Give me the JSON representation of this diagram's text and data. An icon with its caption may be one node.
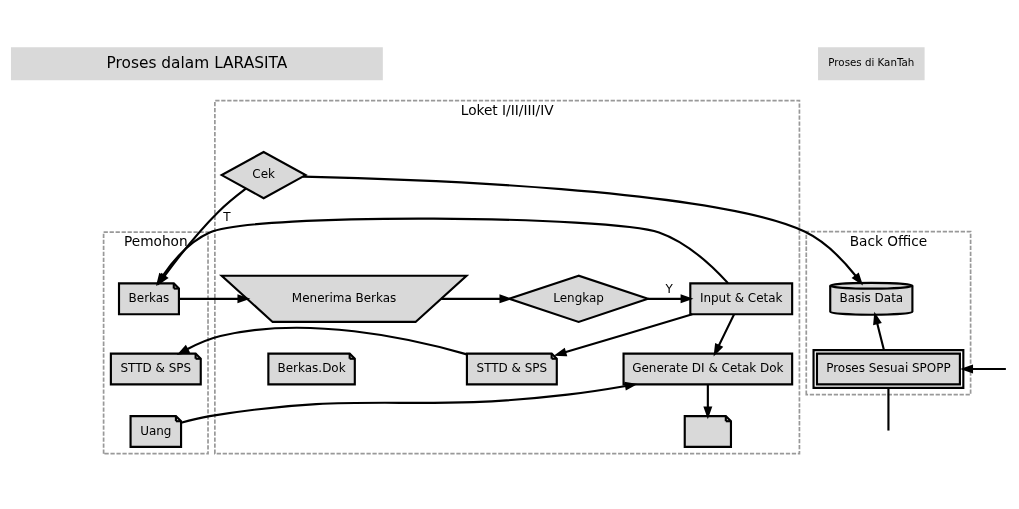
{
  "diagram": {
    "nodes": [
      {
        "text": [
          "Proses dalam LARASITA"
        ]
      },
      {
        "text": [
          "Proses di KanTah"
        ]
      },
      {
        "text": [
          "Pemohon"
        ]
      },
      {
        "text": [
          "Loket I/II/III/IV"
        ]
      },
      {
        "text": [
          "Back Office"
        ]
      },
      {
        "text": [
          "Cek"
        ],
        "in": 3
      },
      {
        "text": [
          "Berkas"
        ],
        "in": 2
      },
      {
        "text": [
          "Menerima Berkas"
        ],
        "in": 3
      },
      {
        "text": [
          "Lengkap"
        ],
        "in": 3
      },
      {
        "text": [
          "Input & Cetak"
        ],
        "in": 3
      },
      {
        "text": [
          "Basis Data"
        ],
        "in": 4
      },
      {
        "text": [
          "STTD & SPS"
        ],
        "in": 2
      },
      {
        "text": [
          "STTD & SPS"
        ],
        "in": 3
      },
      {
        "text": [
          "Berkas.Dok"
        ],
        "in": 3
      },
      {
        "text": [
          "Generate DI & Cetak Dok"
        ],
        "in": 3
      },
      {
        "text": [
          "Proses Sesuai SPOPP"
        ],
        "in": 4
      },
      {
        "text": [
          "Uang"
        ],
        "in": 2
      },
      {
        "text": [],
        "shape": "document",
        "in": 3
      }
    ],
    "edges": [
      {
        "from": 5,
        "to": 6,
        "arrow": "to"
      },
      {
        "from": 5,
        "to": 10,
        "arrow": "to"
      },
      {
        "from": 6,
        "to": 7,
        "arrow": "to"
      },
      {
        "from": 7,
        "to": 8,
        "arrow": "to"
      },
      {
        "from": 8,
        "to": 9,
        "arrow": "to",
        "label": "Y"
      },
      {
        "from": 9,
        "to": 6,
        "arrow": "to",
        "label": "T"
      },
      {
        "from": 9,
        "to": 12,
        "arrow": "to"
      },
      {
        "from": 9,
        "to": 14,
        "arrow": "to"
      },
      {
        "from": 12,
        "to": 11,
        "arrow": "to"
      },
      {
        "from": 16,
        "to": 14,
        "arrow": "to"
      },
      {
        "from": 14,
        "to": 17,
        "arrow": "to"
      },
      {
        "from": 15,
        "to": null,
        "arrow": "none"
      },
      {
        "from": 15,
        "to": 10,
        "arrow": "to"
      },
      {
        "from": null,
        "to": 15,
        "arrow": "to"
      }
    ]
  }
}
